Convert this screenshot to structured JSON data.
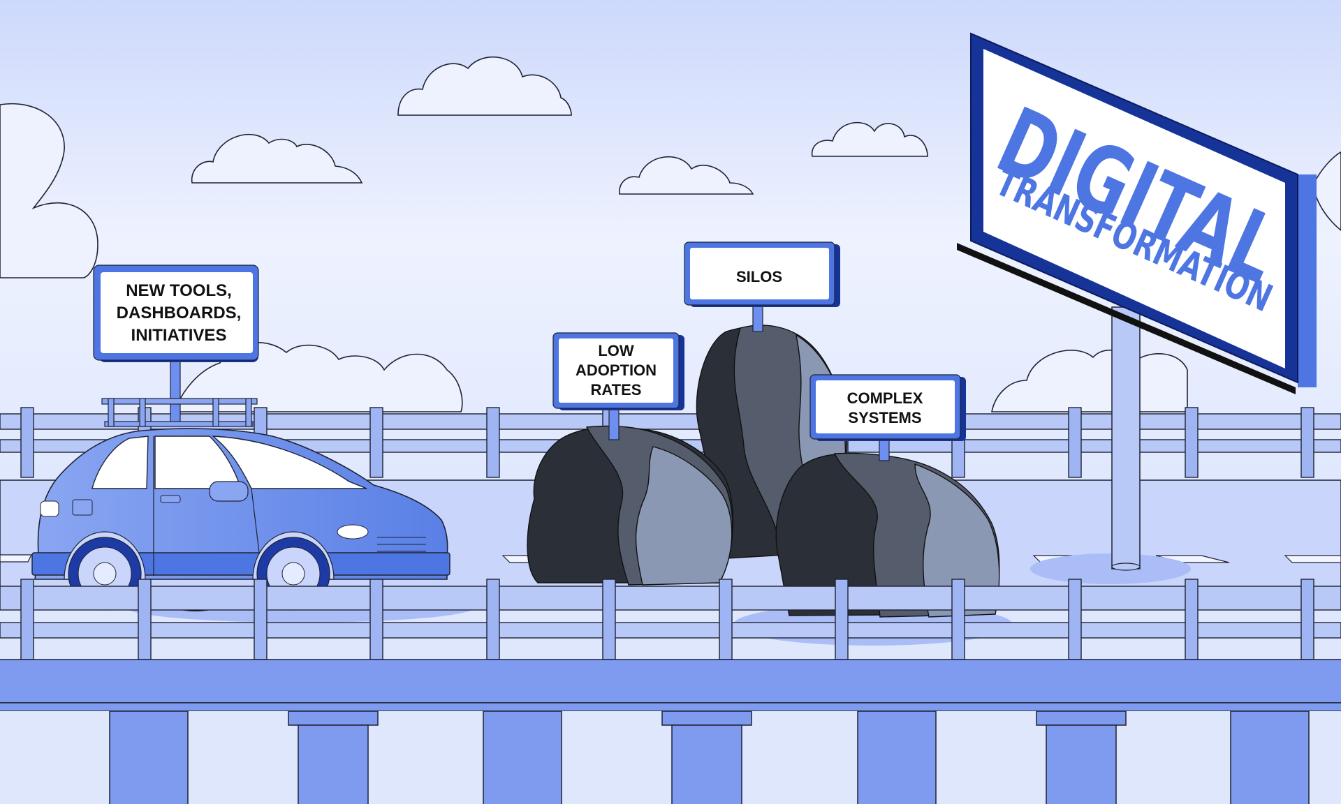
{
  "signs": {
    "car_sign": {
      "lines": [
        "NEW TOOLS,",
        "DASHBOARDS,",
        "INITIATIVES"
      ]
    },
    "low_adoption": {
      "lines": [
        "LOW",
        "ADOPTION",
        "RATES"
      ]
    },
    "silos": {
      "lines": [
        "SILOS"
      ]
    },
    "complex_systems": {
      "lines": [
        "COMPLEX",
        "SYSTEMS"
      ]
    }
  },
  "billboard": {
    "title": "DIGITAL",
    "subtitle": "TRANSFORMATION"
  },
  "colors": {
    "sky_top": "#cdd9fb",
    "sky_bottom": "#eef2ff",
    "accent": "#4d76e3",
    "dark_accent": "#1d3aa5",
    "road": "#c9d5fa",
    "bridge": "#7e9bf0",
    "rock_dark": "#2b2f38",
    "rock_mid": "#555c6c",
    "rock_light": "#8a98b3"
  }
}
